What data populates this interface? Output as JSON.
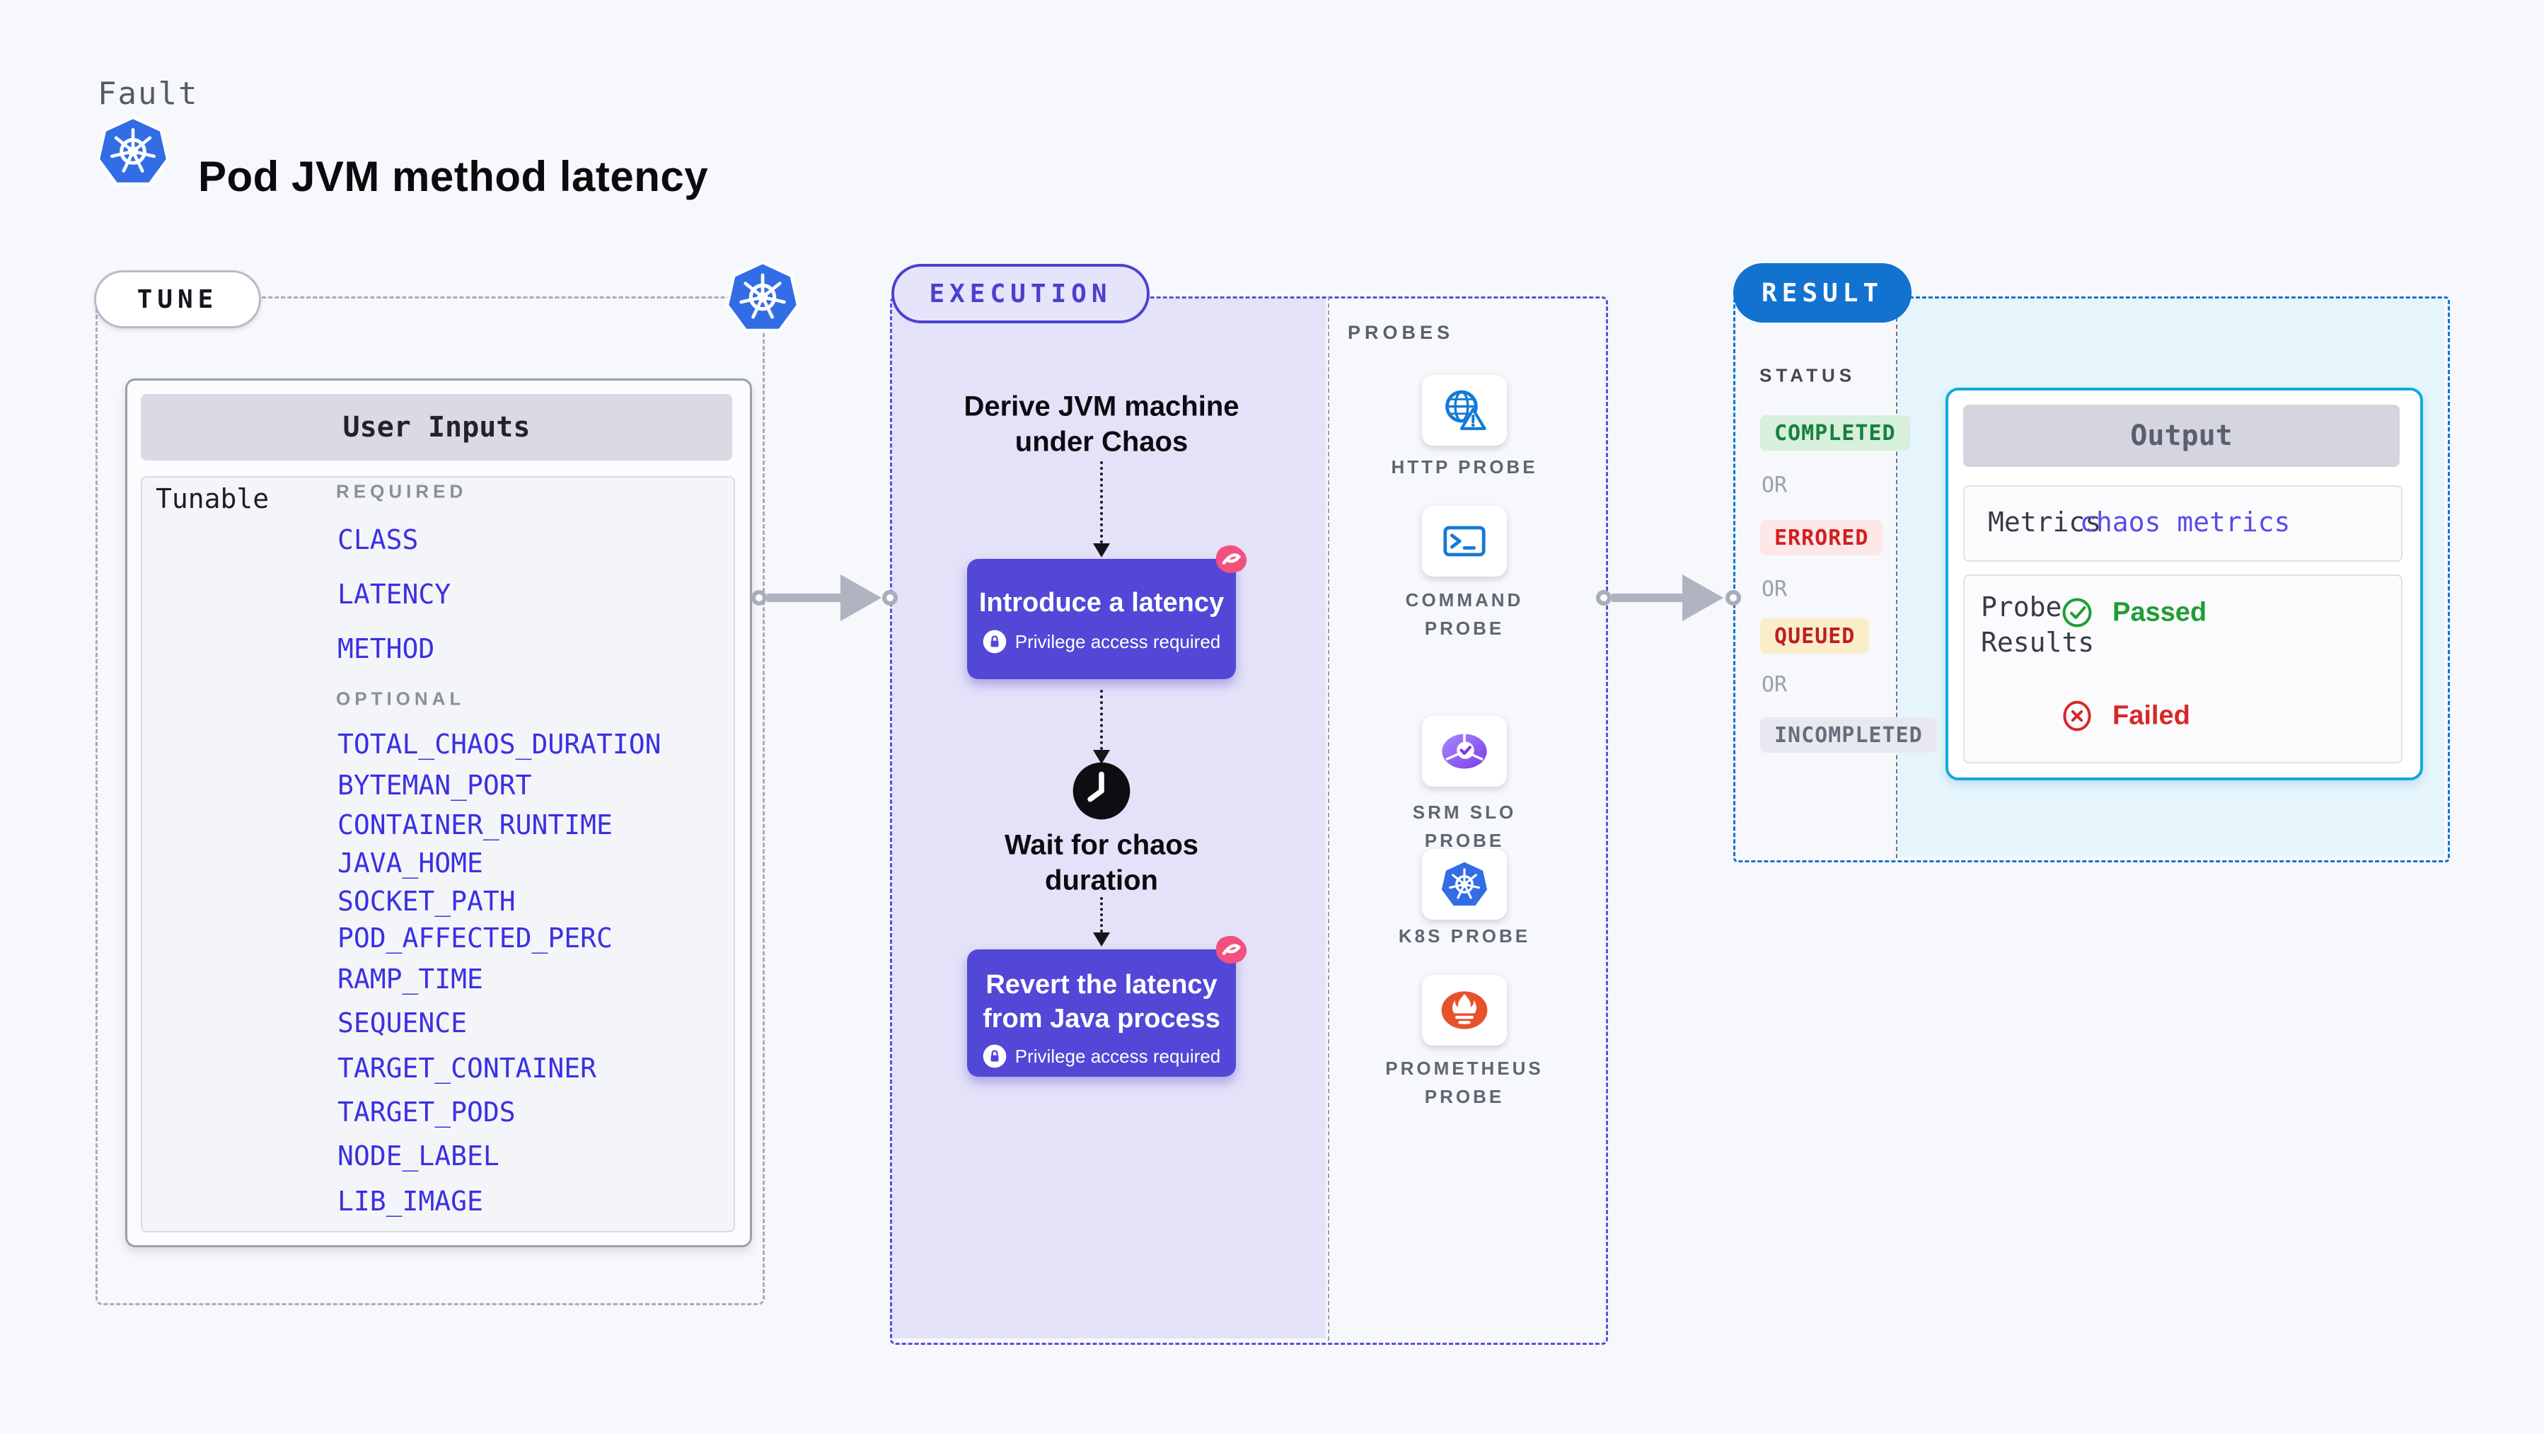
{
  "page": {
    "fault_kind_label": "Fault",
    "title": "Pod JVM method latency"
  },
  "tune": {
    "badge": "TUNE",
    "panel_title": "User Inputs",
    "tunable_label": "Tunable",
    "required_label": "REQUIRED",
    "optional_label": "OPTIONAL",
    "required_items": [
      "CLASS",
      "LATENCY",
      "METHOD"
    ],
    "optional_items": [
      "TOTAL_CHAOS_DURATION",
      "BYTEMAN_PORT",
      "CONTAINER_RUNTIME",
      "JAVA_HOME",
      "SOCKET_PATH",
      "POD_AFFECTED_PERC",
      "RAMP_TIME",
      "SEQUENCE",
      "TARGET_CONTAINER",
      "TARGET_PODS",
      "NODE_LABEL",
      "LIB_IMAGE"
    ]
  },
  "execution": {
    "badge": "EXECUTION",
    "derive_line1": "Derive JVM machine",
    "derive_line2": "under Chaos",
    "introduce_label": "Introduce a latency",
    "privilege_label": "Privilege access required",
    "wait_line1": "Wait for chaos",
    "wait_line2": "duration",
    "revert_line1": "Revert the latency",
    "revert_line2": "from Java process"
  },
  "probes": {
    "heading": "PROBES",
    "items": [
      {
        "icon": "globe-warning-icon",
        "label": "HTTP PROBE"
      },
      {
        "icon": "terminal-icon",
        "label": "COMMAND PROBE"
      },
      {
        "icon": "slo-pie-check-icon",
        "label": "SRM SLO PROBE"
      },
      {
        "icon": "kubernetes-icon",
        "label": "K8S PROBE"
      },
      {
        "icon": "prometheus-flame-icon",
        "label": "PROMETHEUS PROBE"
      }
    ]
  },
  "result": {
    "badge": "RESULT",
    "status_heading": "STATUS",
    "or_label": "OR",
    "statuses": [
      "COMPLETED",
      "ERRORED",
      "QUEUED",
      "INCOMPLETED"
    ],
    "output": {
      "title": "Output",
      "metrics_label": "Metrics",
      "metrics_value": "chaos metrics",
      "probe_results_line1": "Probe",
      "probe_results_line2": "Results",
      "passed_label": "Passed",
      "failed_label": "Failed"
    }
  },
  "colors": {
    "page_background": "#f7f8fb",
    "kubernetes_blue": "#326de6",
    "indigo_accent": "#4a40ce",
    "execution_panel": "#e4e2f9",
    "step_box": "#5247d6",
    "pink_badge": "#f2517f",
    "probe_icon_blue": "#1479d7",
    "srm_purple": "#8b5cf6",
    "prometheus_orange": "#e6522c",
    "result_blue": "#1173cf",
    "output_border_cyan": "#12a9e0",
    "cyan_background": "#e6f5fb",
    "completed_green": "#15803d",
    "errored_red": "#d21f1f",
    "queued_amber_bg": "#faeec8",
    "passed_green": "#1d9e33",
    "failed_red": "#d62828",
    "link_indigo": "#3a31e1"
  }
}
